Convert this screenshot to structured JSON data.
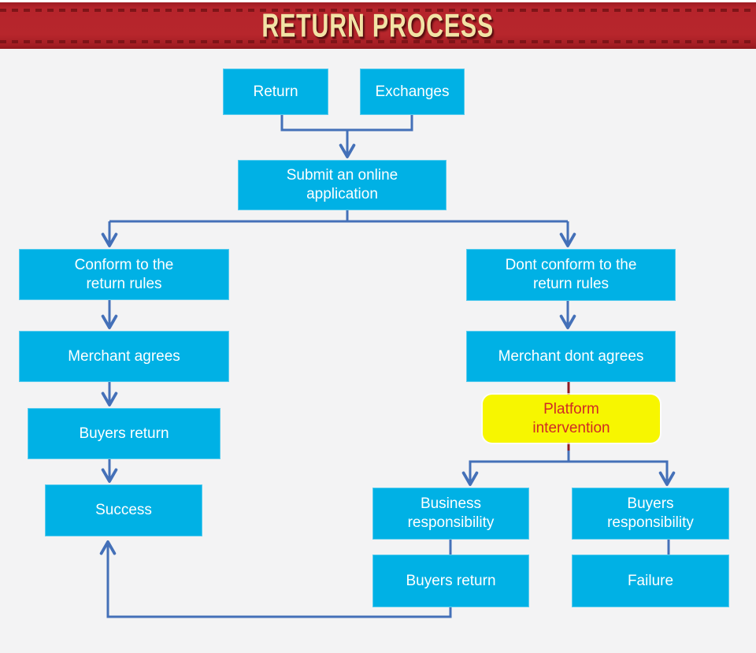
{
  "banner": {
    "title": "RETURN PROCESS"
  },
  "flowchart": {
    "nodes": {
      "return": {
        "label": "Return"
      },
      "exchanges": {
        "label": "Exchanges"
      },
      "submit": {
        "label": "Submit an online\napplication"
      },
      "conform": {
        "label": "Conform to the\nreturn rules"
      },
      "merchant_agrees": {
        "label": "Merchant agrees"
      },
      "buyers_return_left": {
        "label": "Buyers return"
      },
      "success": {
        "label": "Success"
      },
      "dont_conform": {
        "label": "Dont conform to the\nreturn rules"
      },
      "merchant_dont_agrees": {
        "label": "Merchant dont agrees"
      },
      "platform_intervention": {
        "label": "Platform\nintervention"
      },
      "business_responsibility": {
        "label": "Business\nresponsibility"
      },
      "buyers_responsibility": {
        "label": "Buyers\nresponsibility"
      },
      "buyers_return_bottom": {
        "label": "Buyers return"
      },
      "failure": {
        "label": "Failure"
      }
    },
    "colors": {
      "node_fill": "#00b1e5",
      "node_text": "#ffffff",
      "connector_blue": "#4470b8",
      "connector_maroon": "#8c1a24",
      "highlight_fill": "#f7f600",
      "highlight_text": "#cf2b25",
      "banner_background": "#b5242b",
      "banner_dashes": "#7c1317",
      "banner_text": "#f2e3a6",
      "page_background": "#f3f3f4"
    }
  }
}
